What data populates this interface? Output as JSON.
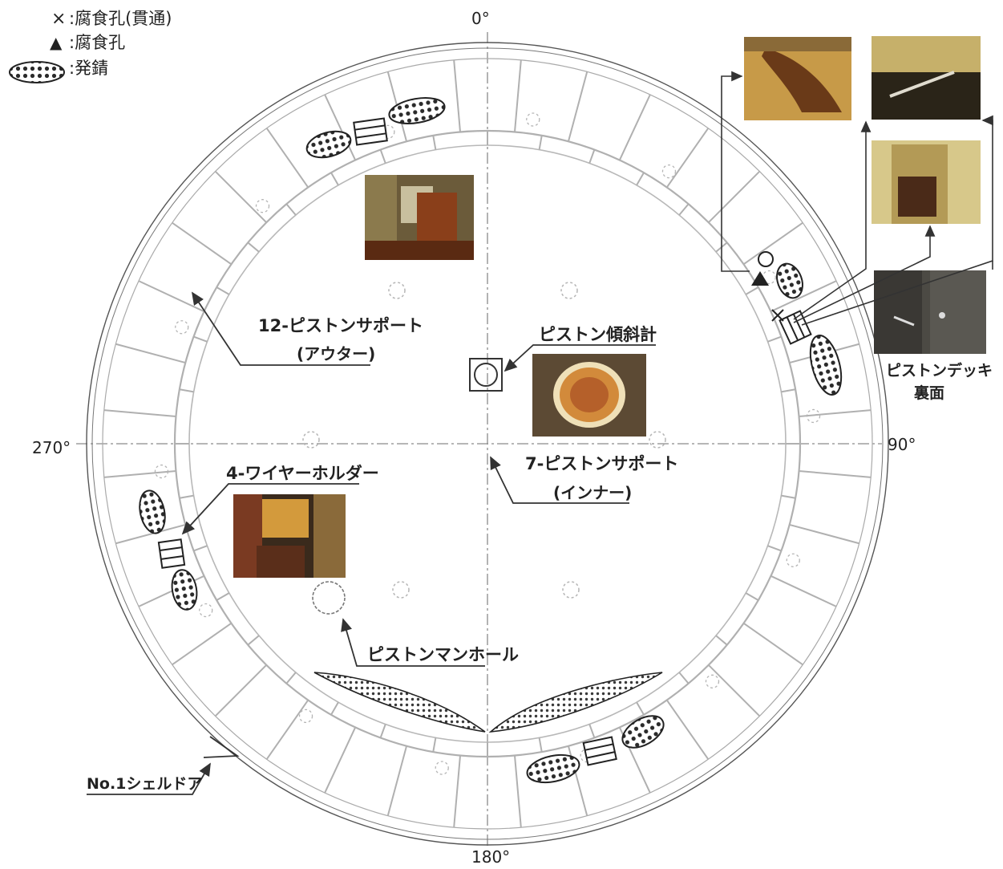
{
  "legend": {
    "items": [
      {
        "symbol": "×",
        "label": ":腐食孔(貫通)"
      },
      {
        "symbol": "▲",
        "label": ":腐食孔"
      },
      {
        "symbol": "rust-blob",
        "label": ":発錆"
      }
    ]
  },
  "angles": {
    "top": "0°",
    "right": "90°",
    "bottom": "180°",
    "left": "270°"
  },
  "labels": {
    "outer_support_line1": "12-ピストンサポート",
    "outer_support_line2": "(アウター)",
    "tilt_meter": "ピストン傾斜計",
    "inner_support_line1": "7-ピストンサポート",
    "inner_support_line2": "(インナー)",
    "wire_holder": "4-ワイヤーホルダー",
    "manhole": "ピストンマンホール",
    "shell_door": "No.1シェルドア",
    "deck_back_line1": "ピストンデッキ",
    "deck_back_line2": "裏面"
  },
  "colors": {
    "line": "#444444",
    "faint_line": "#9a9a9a",
    "photo_dark": "#4a3a26",
    "photo_rust": "#9b4a1c",
    "photo_yellow": "#c9a44a"
  }
}
